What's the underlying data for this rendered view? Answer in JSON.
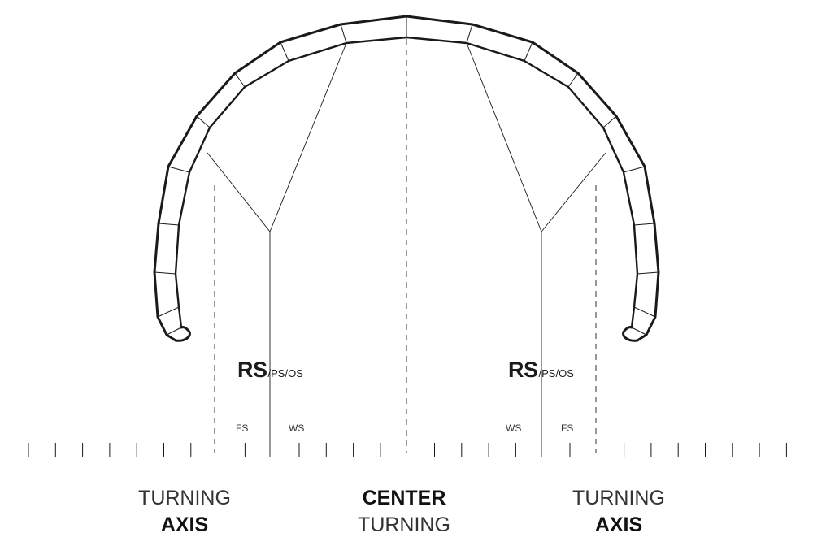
{
  "labels": {
    "rs_left_main": "RS",
    "rs_left_sub": "/PS/OS",
    "rs_right_main": "RS",
    "rs_right_sub": "/PS/OS",
    "fs_left": "FS",
    "ws_left": "WS",
    "ws_right": "WS",
    "fs_right": "FS"
  },
  "captions": {
    "left": {
      "line1": "TURNING",
      "line2": "AXIS"
    },
    "center": {
      "line1": "CENTER",
      "line2": "TURNING"
    },
    "right": {
      "line1": "TURNING",
      "line2": "AXIS"
    }
  },
  "colors": {
    "stroke": "#1a1a1a",
    "text": "#333333"
  }
}
